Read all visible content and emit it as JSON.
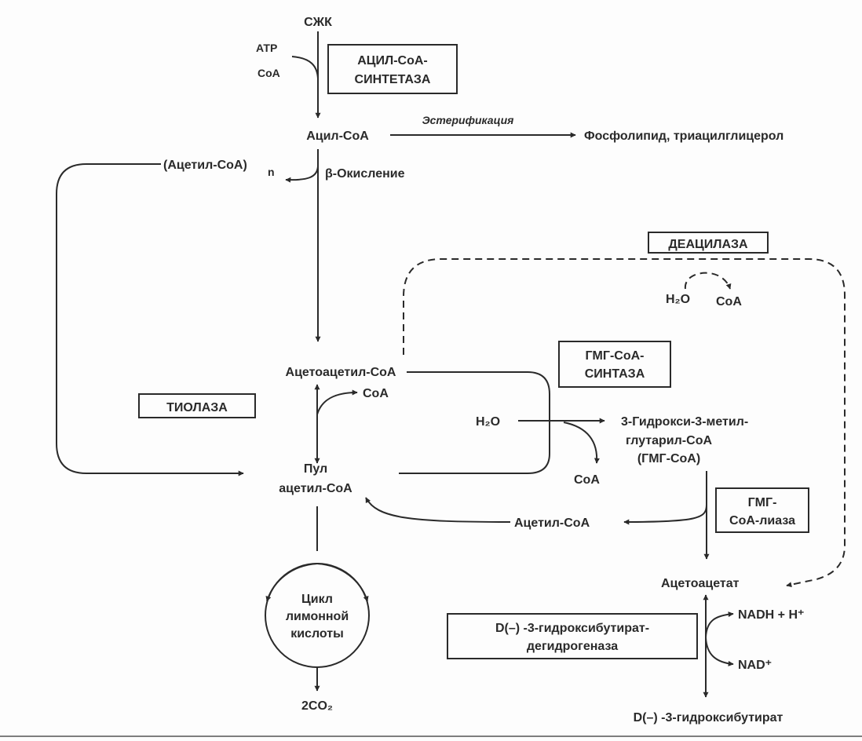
{
  "labels": {
    "ffa": "СЖК",
    "atp": "АТР",
    "coa_top": "СоА",
    "acyl_coa": "Ацил-СоА",
    "esterification": "Эстерификация",
    "phospholipid": "Фосфолипид, триацилглицерол",
    "acetyl_coa_n": "(Ацетил-СоА)",
    "n_sub": "n",
    "beta_oxidation": "β-Окисление",
    "water_top": "H₂O",
    "coa_deacylase": "СоА",
    "acetoacetyl_coa": "Ацетоацетил-СоА",
    "coa_thiolase": "СоА",
    "pool_line1": "Пул",
    "pool_line2": "ацетил-СоА",
    "water_mid": "H₂O",
    "coa_hmg": "СоА",
    "hmg_line1": "3-Гидрокси-3-метил-",
    "hmg_line2": "глутарил-СоА",
    "hmg_line3": "(ГМГ-СоА)",
    "acetyl_coa_lyase": "Ацетил-СоА",
    "acetoacetate": "Ацетоацетат",
    "cycle_line1": "Цикл",
    "cycle_line2": "лимонной",
    "cycle_line3": "кислоты",
    "co2": "2CO₂",
    "nadh": "NADH + H⁺",
    "nad": "NAD⁺",
    "hydroxybutyrate": "D(–) -3-гидроксибутират"
  },
  "enzymes": {
    "acyl_synthetase_line1": "АЦИЛ-СоА-",
    "acyl_synthetase_line2": "СИНТЕТАЗА",
    "deacylase": "ДЕАЦИЛАЗА",
    "hmg_synthase_line1": "ГМГ-СоА-",
    "hmg_synthase_line2": "СИНТАЗА",
    "thiolase": "ТИОЛАЗА",
    "hmg_lyase_line1": "ГМГ-",
    "hmg_lyase_line2": "СоА-лиаза",
    "dehydrogenase_line1": "D(–) -3-гидроксибутират-",
    "dehydrogenase_line2": "дегидрогеназа"
  }
}
